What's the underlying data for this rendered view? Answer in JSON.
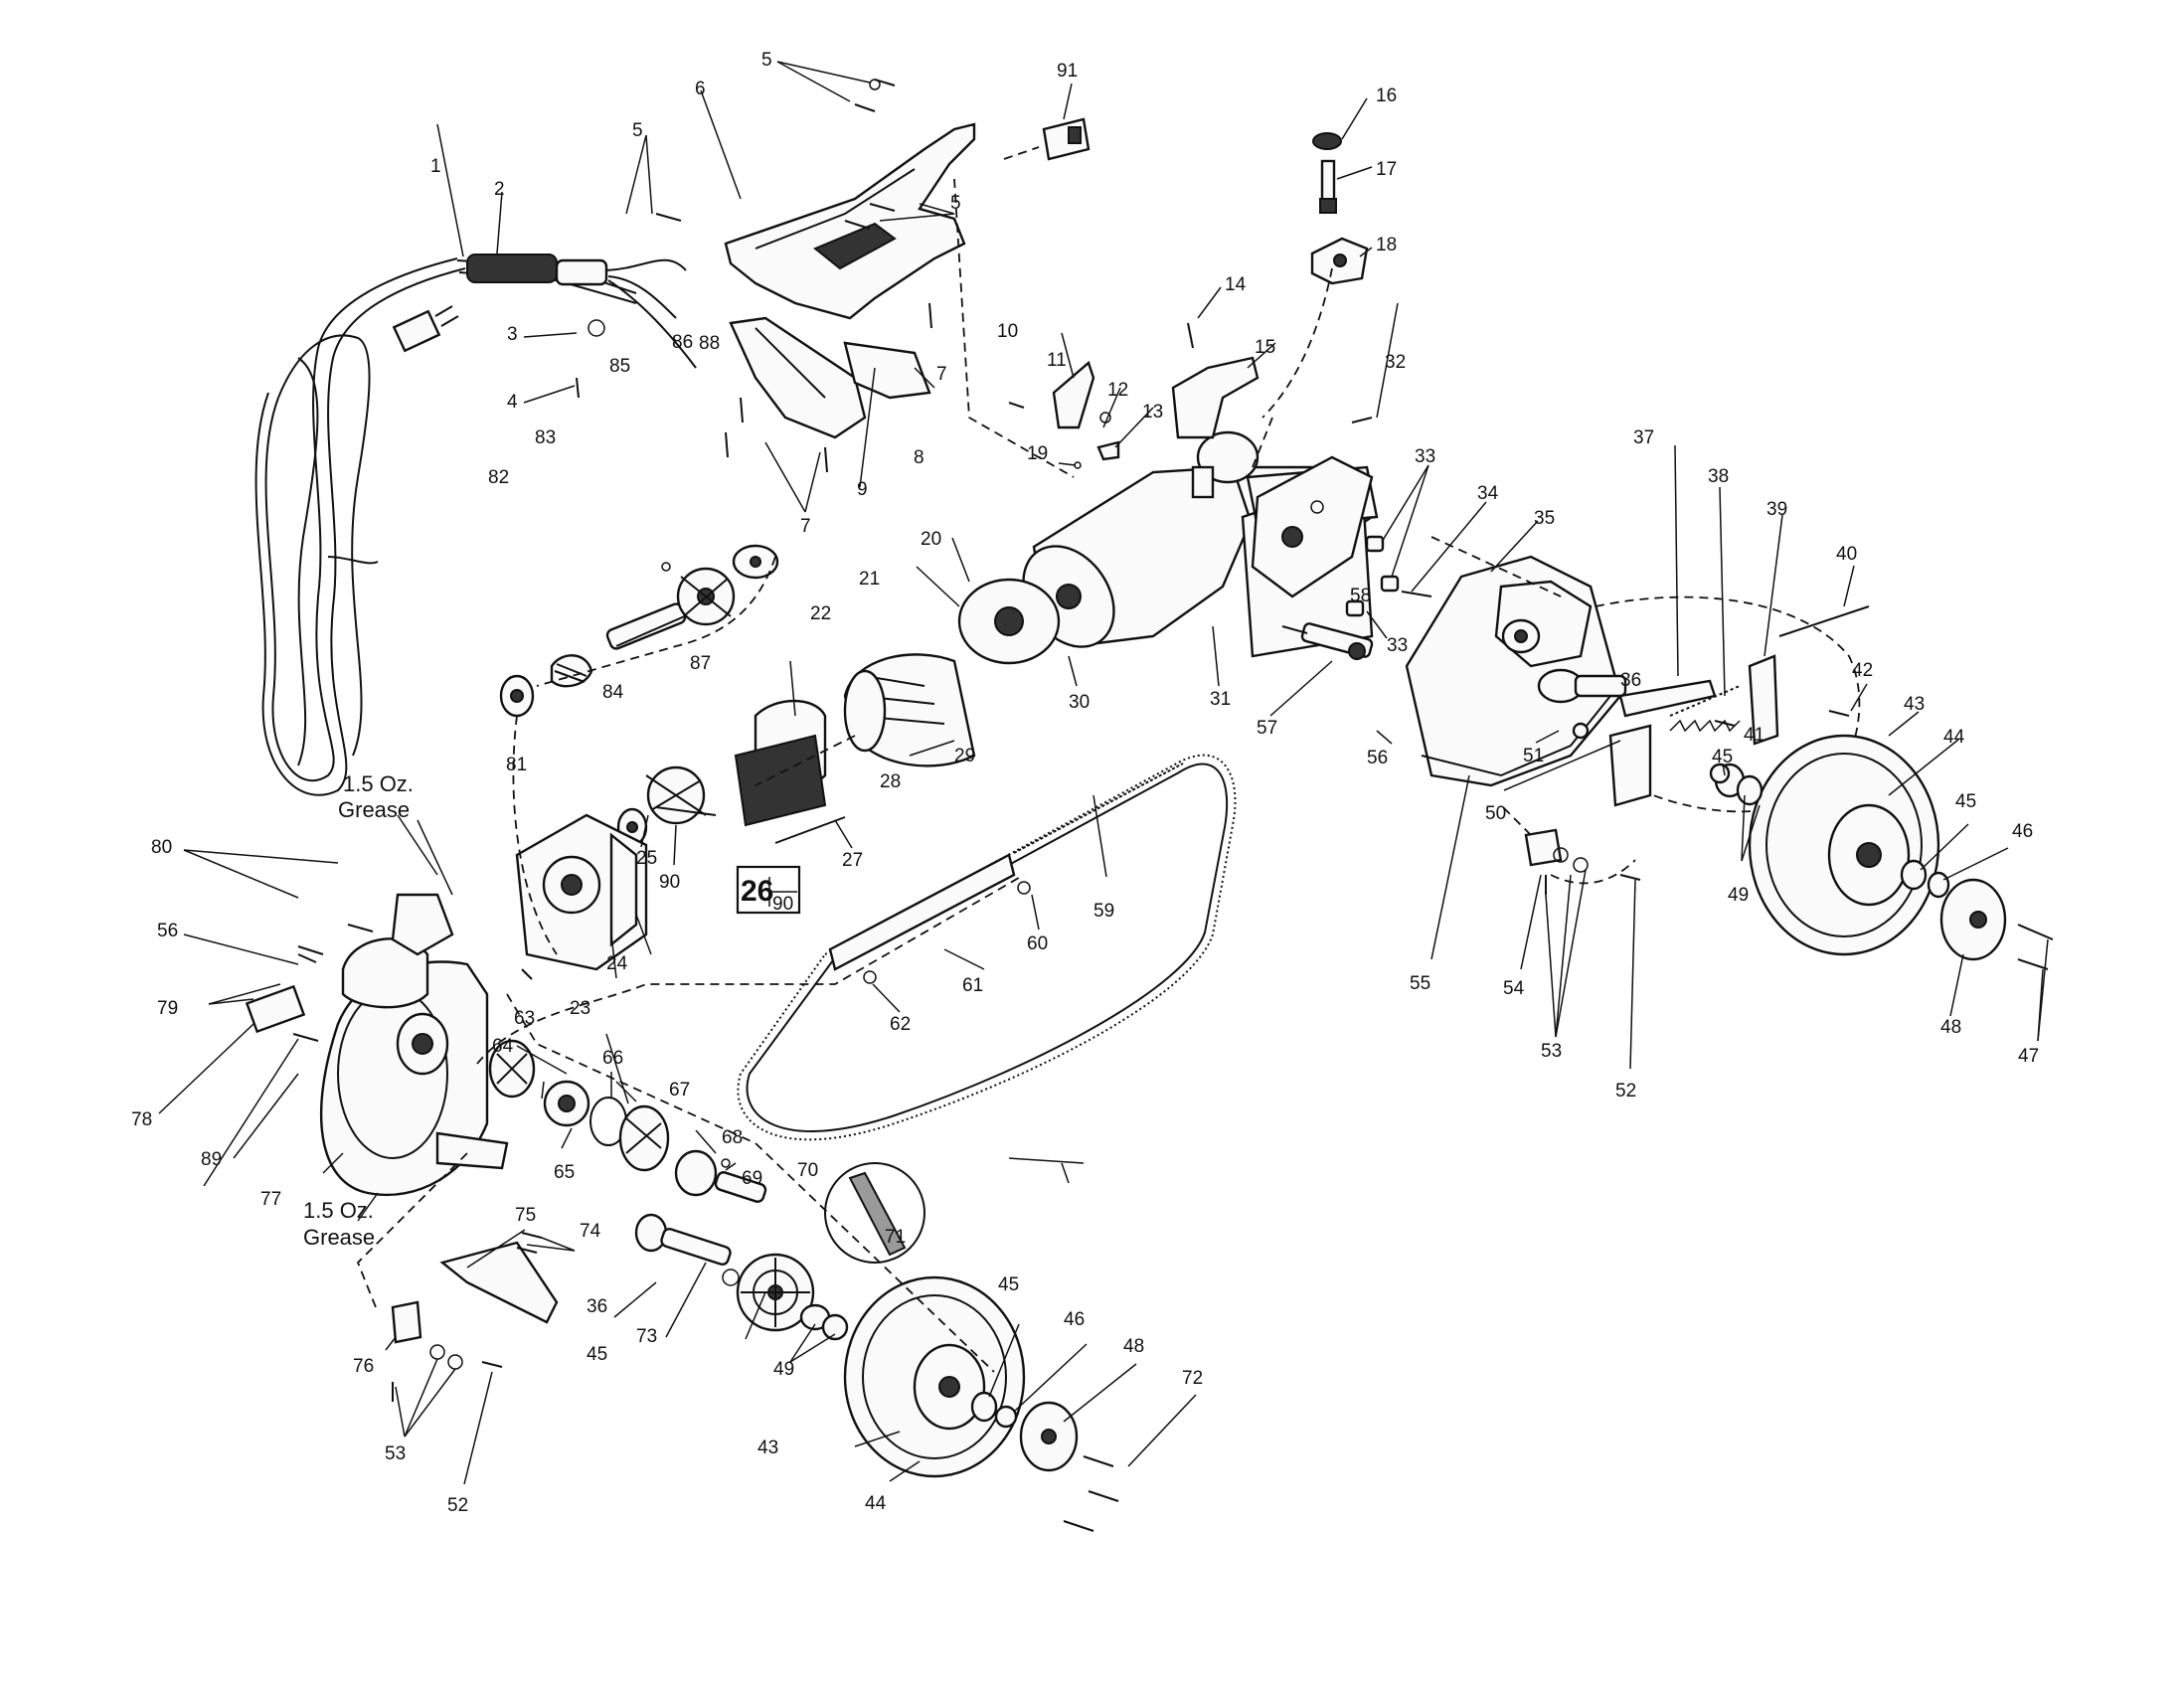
{
  "notes": {
    "grease_upper_line1": "1.5 Oz.",
    "grease_upper_line2": "Grease",
    "grease_lower_line1": "1.5 Oz.",
    "grease_lower_line2": "Grease"
  },
  "callout_box": {
    "main": "26",
    "sub": "90"
  },
  "part_numbers": {
    "p1": "1",
    "p2": "2",
    "p3": "3",
    "p4": "4",
    "p5a": "5",
    "p5b": "5",
    "p5c": "5",
    "p6": "6",
    "p7a": "7",
    "p7b": "7",
    "p8": "8",
    "p9": "9",
    "p10": "10",
    "p11": "11",
    "p12": "12",
    "p13": "13",
    "p14": "14",
    "p15": "15",
    "p16": "16",
    "p17": "17",
    "p18": "18",
    "p19": "19",
    "p20": "20",
    "p21": "21",
    "p22": "22",
    "p23": "23",
    "p24": "24",
    "p25": "25",
    "p27": "27",
    "p28": "28",
    "p29": "29",
    "p30": "30",
    "p31": "31",
    "p32": "32",
    "p33a": "33",
    "p33b": "33",
    "p34": "34",
    "p35": "35",
    "p36a": "36",
    "p36b": "36",
    "p37": "37",
    "p38": "38",
    "p39": "39",
    "p40": "40",
    "p41": "41",
    "p42": "42",
    "p43a": "43",
    "p43b": "43",
    "p44a": "44",
    "p44b": "44",
    "p45a": "45",
    "p45b": "45",
    "p45c": "45",
    "p45d": "45",
    "p46a": "46",
    "p46b": "46",
    "p47": "47",
    "p48a": "48",
    "p48b": "48",
    "p49a": "49",
    "p49b": "49",
    "p50": "50",
    "p51": "51",
    "p52a": "52",
    "p52b": "52",
    "p53a": "53",
    "p53b": "53",
    "p54": "54",
    "p55": "55",
    "p56a": "56",
    "p56b": "56",
    "p57": "57",
    "p58": "58",
    "p59": "59",
    "p60": "60",
    "p61": "61",
    "p62": "62",
    "p63": "63",
    "p64": "64",
    "p65": "65",
    "p66": "66",
    "p67": "67",
    "p68": "68",
    "p69": "69",
    "p70": "70",
    "p71": "71",
    "p72": "72",
    "p73": "73",
    "p74": "74",
    "p75": "75",
    "p76": "76",
    "p77": "77",
    "p78": "78",
    "p79": "79",
    "p80": "80",
    "p81": "81",
    "p82": "82",
    "p83": "83",
    "p84": "84",
    "p85": "85",
    "p86": "86",
    "p87": "87",
    "p88": "88",
    "p89": "89",
    "p90": "90",
    "p91": "91"
  }
}
